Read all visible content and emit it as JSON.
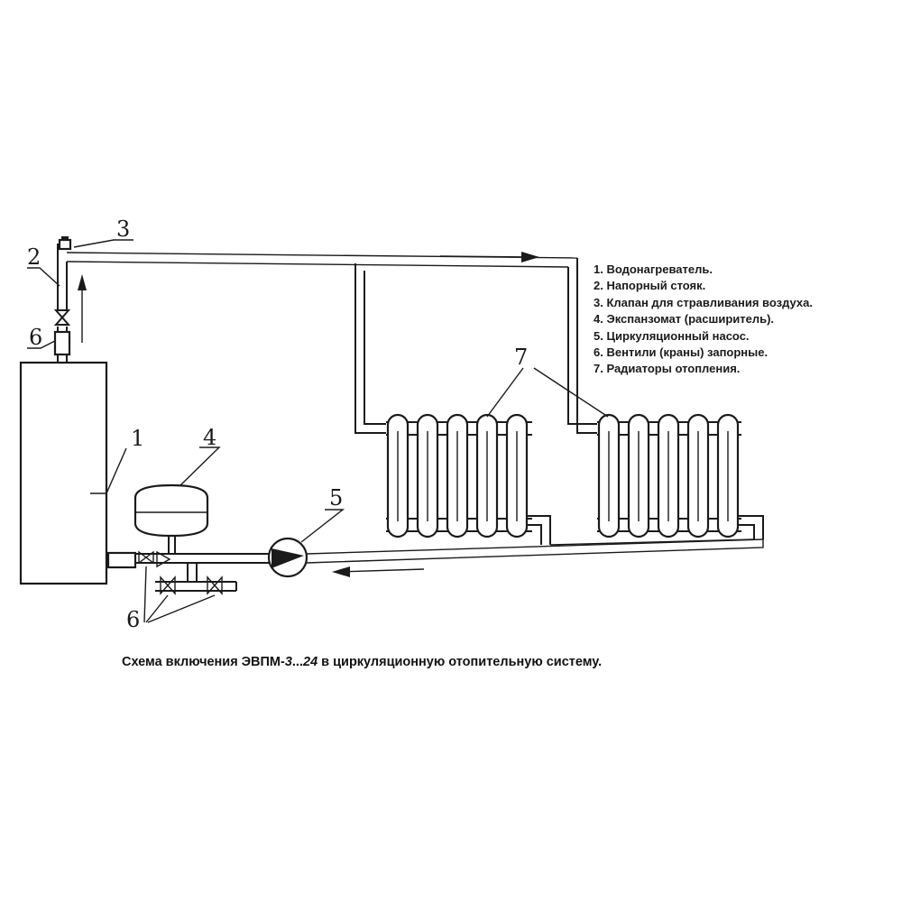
{
  "diagram": {
    "callouts": [
      "1",
      "2",
      "3",
      "4",
      "5",
      "6",
      "6",
      "7"
    ],
    "colors": {
      "line": "#1a1a1a",
      "background": "#ffffff"
    }
  },
  "legend": [
    "1. Водонагреватель.",
    "2. Напорный стояк.",
    "3. Клапан для стравливания воздуха.",
    "4. Экспанзомат (расширитель).",
    "5. Циркуляционный насос.",
    "6. Вентили (краны) запорные.",
    "7. Радиаторы отопления."
  ],
  "caption": {
    "prefix": "Схема включения ЭВПМ-",
    "range_start": "3",
    "range_sep": "...",
    "range_end": "24",
    "suffix": " в циркуляционную отопительную систему."
  }
}
